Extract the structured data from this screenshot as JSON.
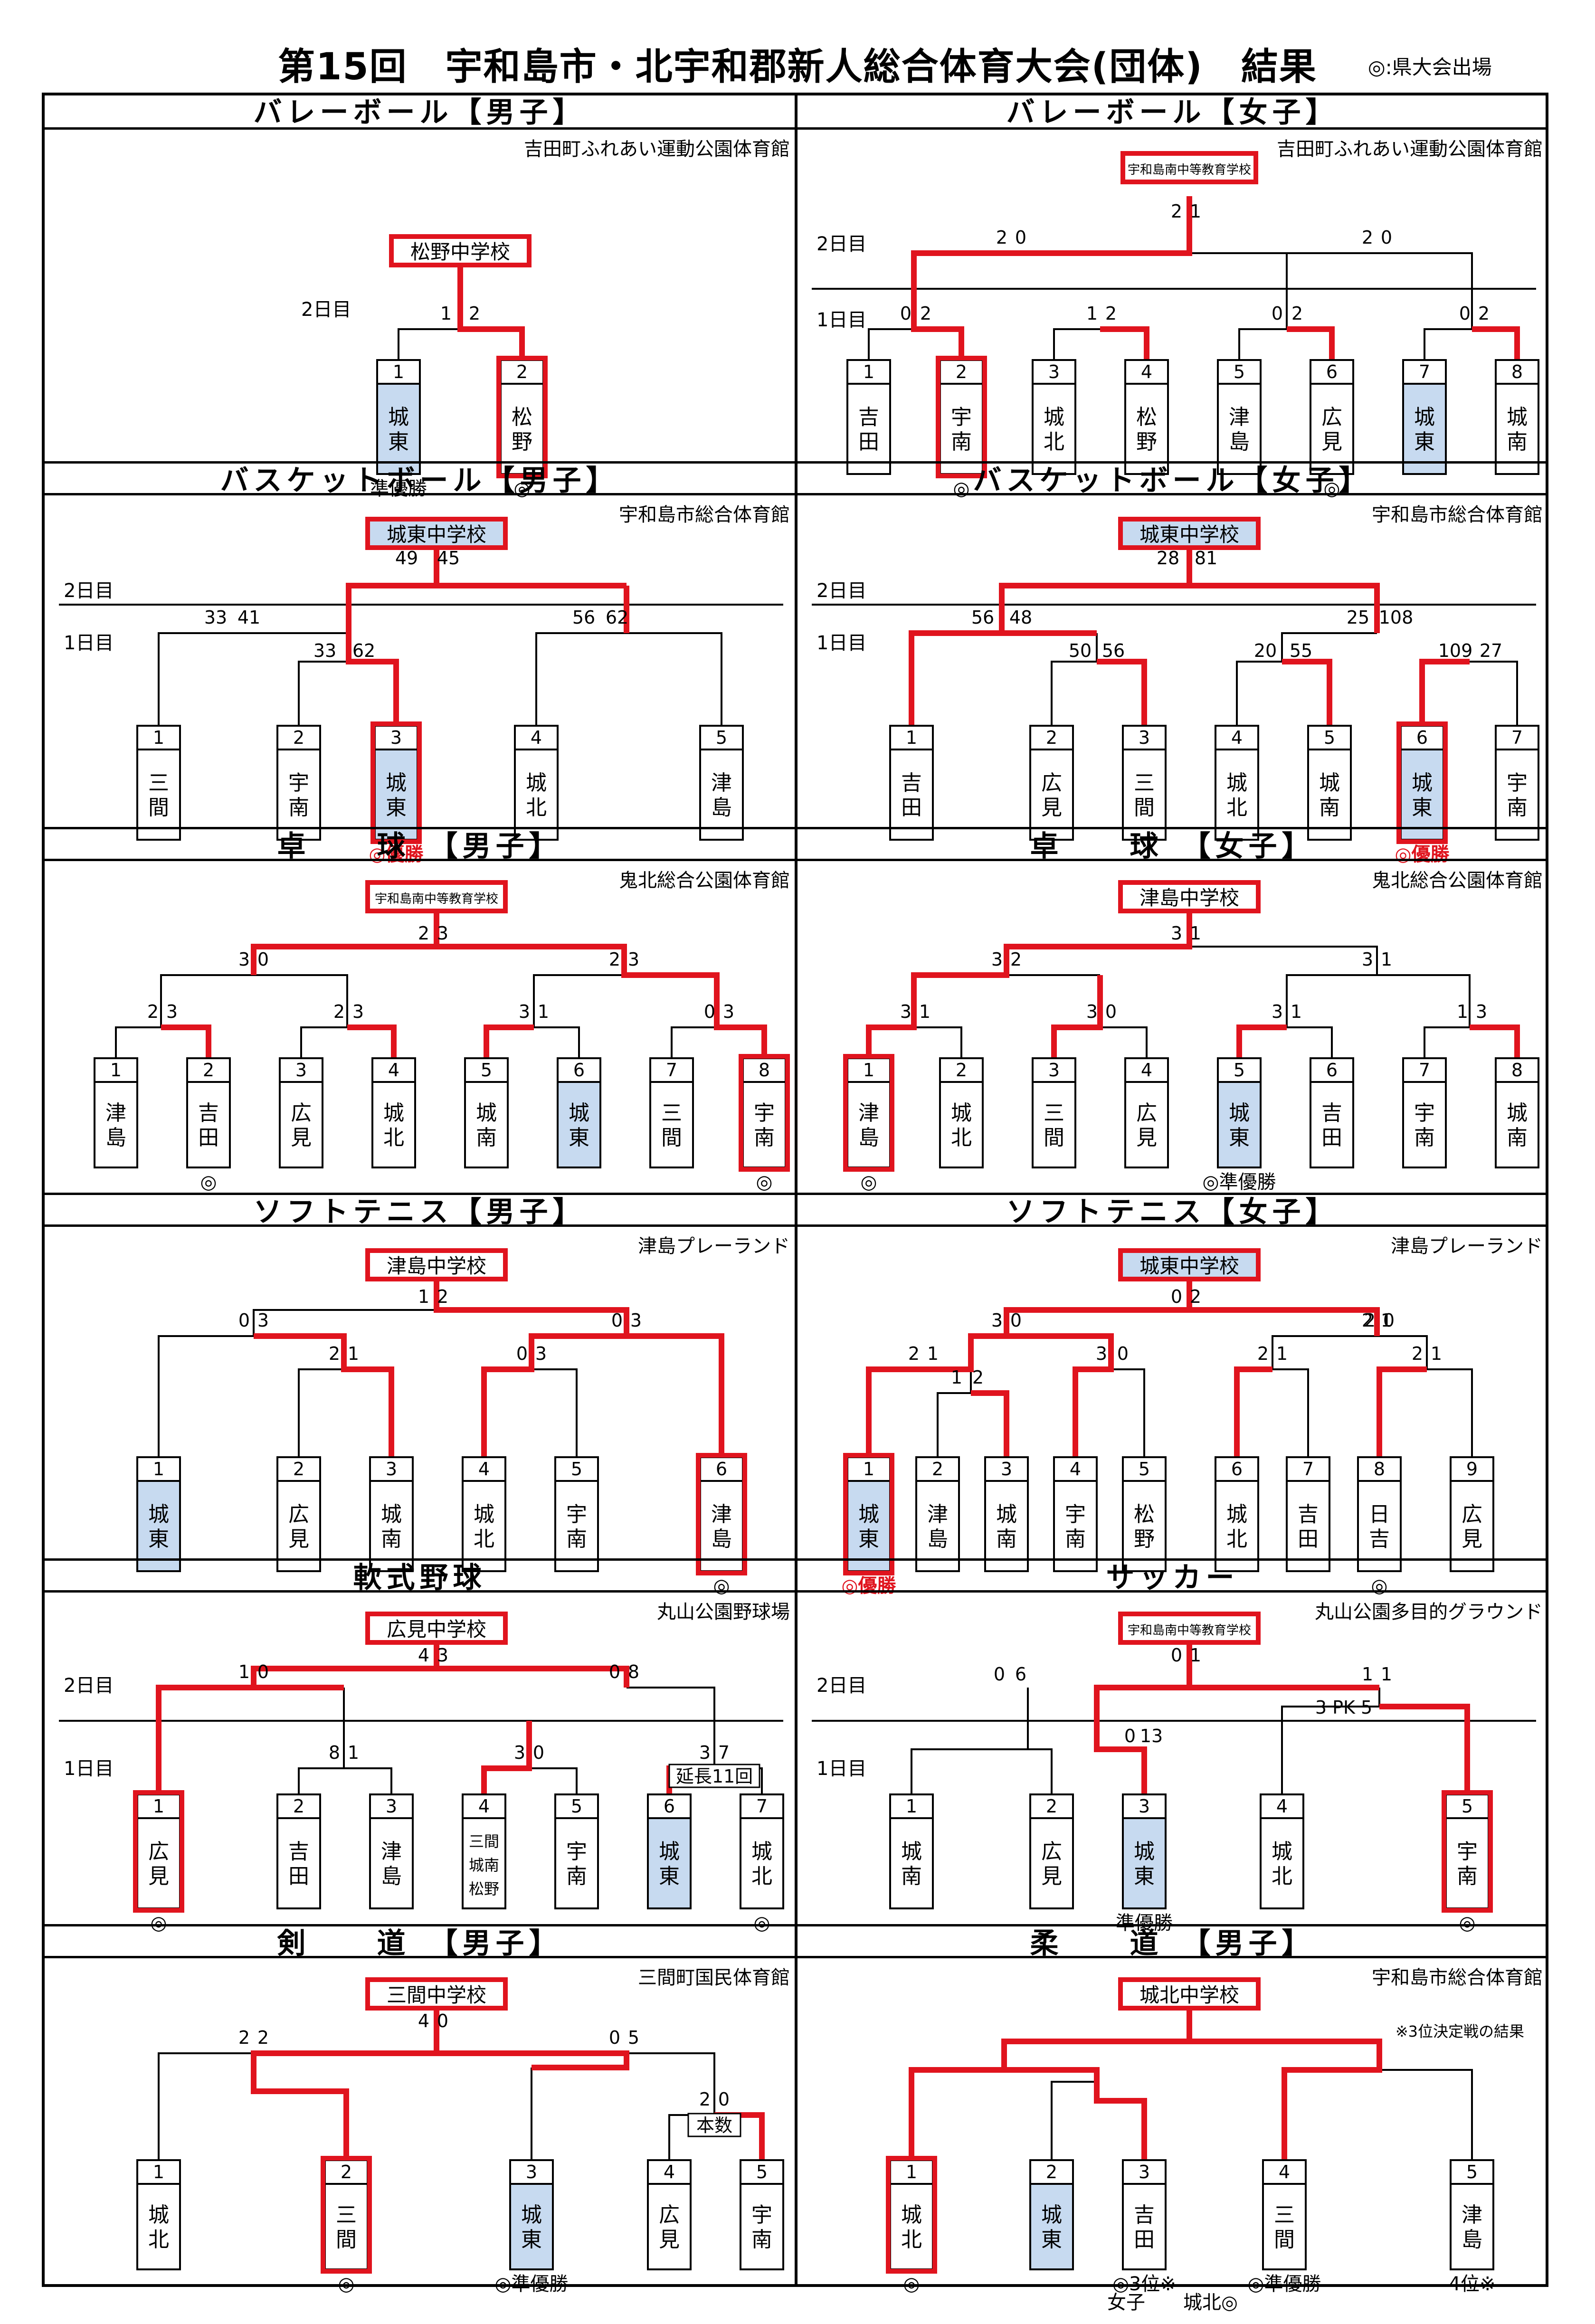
{
  "title": "第15回　宇和島市・北宇和郡新人総合体育大会(団体)　結果",
  "legend": "◎:県大会出場",
  "panels": [
    {
      "id": "vb-boys",
      "header": "バレーボール【男子】",
      "venue": "吉田町ふれあい運動公園体育館",
      "winner": {
        "name": "松野中学校",
        "blue": false,
        "small": false
      },
      "days": [
        {
          "label": "2日目"
        }
      ],
      "teams": [
        {
          "num": "1",
          "name": "城東",
          "blue": true,
          "red": false,
          "note": "準優勝",
          "noteRed": false
        },
        {
          "num": "2",
          "name": "松野",
          "blue": false,
          "red": true,
          "note": "◎",
          "noteRed": false
        }
      ],
      "scores": [
        "1",
        "2"
      ]
    },
    {
      "id": "vb-girls",
      "header": "バレーボール【女子】",
      "venue": "吉田町ふれあい運動公園体育館",
      "winner": {
        "name": "宇和島南中等教育学校",
        "blue": false,
        "small": true
      },
      "days": [
        {
          "label": "2日目"
        },
        {
          "label": "1日目"
        }
      ],
      "teams": [
        {
          "num": "1",
          "name": "吉田",
          "blue": false,
          "red": false,
          "note": "",
          "noteRed": false
        },
        {
          "num": "2",
          "name": "宇南",
          "blue": false,
          "red": true,
          "note": "◎",
          "noteRed": false
        },
        {
          "num": "3",
          "name": "城北",
          "blue": false,
          "red": false,
          "note": "",
          "noteRed": false
        },
        {
          "num": "4",
          "name": "松野",
          "blue": false,
          "red": false,
          "note": "",
          "noteRed": false
        },
        {
          "num": "5",
          "name": "津島",
          "blue": false,
          "red": false,
          "note": "",
          "noteRed": false
        },
        {
          "num": "6",
          "name": "広見",
          "blue": false,
          "red": false,
          "note": "◎",
          "noteRed": false
        },
        {
          "num": "7",
          "name": "城東",
          "blue": true,
          "red": false,
          "note": "",
          "noteRed": false
        },
        {
          "num": "8",
          "name": "城南",
          "blue": false,
          "red": false,
          "note": "",
          "noteRed": false
        }
      ],
      "scores": [
        "0",
        "2",
        "1",
        "2",
        "0",
        "2",
        "0",
        "2",
        "2",
        "0",
        "2",
        "0",
        "2",
        "1"
      ]
    },
    {
      "id": "bb-boys",
      "header": "バスケットボール【男子】",
      "venue": "宇和島市総合体育館",
      "winner": {
        "name": "城東中学校",
        "blue": true,
        "small": false
      },
      "days": [
        {
          "label": "2日目"
        },
        {
          "label": "1日目"
        }
      ],
      "teams": [
        {
          "num": "1",
          "name": "三間",
          "blue": false,
          "red": false,
          "note": "",
          "noteRed": false
        },
        {
          "num": "2",
          "name": "宇南",
          "blue": false,
          "red": false,
          "note": "",
          "noteRed": false
        },
        {
          "num": "3",
          "name": "城東",
          "blue": true,
          "red": true,
          "note": "◎優勝",
          "noteRed": true
        },
        {
          "num": "4",
          "name": "城北",
          "blue": false,
          "red": false,
          "note": "",
          "noteRed": false
        },
        {
          "num": "5",
          "name": "津島",
          "blue": false,
          "red": false,
          "note": "",
          "noteRed": false
        }
      ],
      "scores": [
        "33",
        "62",
        "33",
        "41",
        "56",
        "62",
        "49",
        "45"
      ]
    },
    {
      "id": "bb-girls",
      "header": "バスケットボール【女子】",
      "venue": "宇和島市総合体育館",
      "winner": {
        "name": "城東中学校",
        "blue": true,
        "small": false
      },
      "days": [
        {
          "label": "2日目"
        },
        {
          "label": "1日目"
        }
      ],
      "teams": [
        {
          "num": "1",
          "name": "吉田",
          "blue": false,
          "red": false,
          "note": "",
          "noteRed": false
        },
        {
          "num": "2",
          "name": "広見",
          "blue": false,
          "red": false,
          "note": "",
          "noteRed": false
        },
        {
          "num": "3",
          "name": "三間",
          "blue": false,
          "red": false,
          "note": "",
          "noteRed": false
        },
        {
          "num": "4",
          "name": "城北",
          "blue": false,
          "red": false,
          "note": "",
          "noteRed": false
        },
        {
          "num": "5",
          "name": "城南",
          "blue": false,
          "red": false,
          "note": "",
          "noteRed": false
        },
        {
          "num": "6",
          "name": "城東",
          "blue": true,
          "red": true,
          "note": "◎優勝",
          "noteRed": true
        },
        {
          "num": "7",
          "name": "宇南",
          "blue": false,
          "red": false,
          "note": "",
          "noteRed": false
        }
      ],
      "scores": [
        "50",
        "56",
        "20",
        "55",
        "109",
        "27",
        "56",
        "48",
        "25",
        "108",
        "28",
        "81"
      ]
    },
    {
      "id": "tt-boys",
      "header": "卓　　球　【男子】",
      "venue": "鬼北総合公園体育館",
      "winner": {
        "name": "宇和島南中等教育学校",
        "blue": false,
        "small": true
      },
      "days": [],
      "teams": [
        {
          "num": "1",
          "name": "津島",
          "blue": false,
          "red": false,
          "note": "",
          "noteRed": false
        },
        {
          "num": "2",
          "name": "吉田",
          "blue": false,
          "red": false,
          "note": "◎",
          "noteRed": false
        },
        {
          "num": "3",
          "name": "広見",
          "blue": false,
          "red": false,
          "note": "",
          "noteRed": false
        },
        {
          "num": "4",
          "name": "城北",
          "blue": false,
          "red": false,
          "note": "",
          "noteRed": false
        },
        {
          "num": "5",
          "name": "城南",
          "blue": false,
          "red": false,
          "note": "",
          "noteRed": false
        },
        {
          "num": "6",
          "name": "城東",
          "blue": true,
          "red": false,
          "note": "",
          "noteRed": false
        },
        {
          "num": "7",
          "name": "三間",
          "blue": false,
          "red": false,
          "note": "",
          "noteRed": false
        },
        {
          "num": "8",
          "name": "宇南",
          "blue": false,
          "red": true,
          "note": "◎",
          "noteRed": false
        }
      ],
      "scores": [
        "2",
        "3",
        "2",
        "3",
        "3",
        "1",
        "0",
        "3",
        "3",
        "0",
        "2",
        "3",
        "2",
        "3"
      ]
    },
    {
      "id": "tt-girls",
      "header": "卓　　球　【女子】",
      "venue": "鬼北総合公園体育館",
      "winner": {
        "name": "津島中学校",
        "blue": false,
        "small": false
      },
      "days": [],
      "teams": [
        {
          "num": "1",
          "name": "津島",
          "blue": false,
          "red": true,
          "note": "◎",
          "noteRed": false
        },
        {
          "num": "2",
          "name": "城北",
          "blue": false,
          "red": false,
          "note": "",
          "noteRed": false
        },
        {
          "num": "3",
          "name": "三間",
          "blue": false,
          "red": false,
          "note": "",
          "noteRed": false
        },
        {
          "num": "4",
          "name": "広見",
          "blue": false,
          "red": false,
          "note": "",
          "noteRed": false
        },
        {
          "num": "5",
          "name": "城東",
          "blue": true,
          "red": false,
          "note": "◎準優勝",
          "noteRed": false
        },
        {
          "num": "6",
          "name": "吉田",
          "blue": false,
          "red": false,
          "note": "",
          "noteRed": false
        },
        {
          "num": "7",
          "name": "宇南",
          "blue": false,
          "red": false,
          "note": "",
          "noteRed": false
        },
        {
          "num": "8",
          "name": "城南",
          "blue": false,
          "red": false,
          "note": "",
          "noteRed": false
        }
      ],
      "scores": [
        "3",
        "1",
        "3",
        "0",
        "3",
        "1",
        "1",
        "3",
        "3",
        "2",
        "3",
        "1",
        "3",
        "1"
      ]
    },
    {
      "id": "st-boys",
      "header": "ソフトテニス【男子】",
      "venue": "津島プレーランド",
      "winner": {
        "name": "津島中学校",
        "blue": false,
        "small": false
      },
      "days": [],
      "teams": [
        {
          "num": "1",
          "name": "城東",
          "blue": true,
          "red": false,
          "note": "",
          "noteRed": false
        },
        {
          "num": "2",
          "name": "広見",
          "blue": false,
          "red": false,
          "note": "",
          "noteRed": false
        },
        {
          "num": "3",
          "name": "城南",
          "blue": false,
          "red": false,
          "note": "",
          "noteRed": false
        },
        {
          "num": "4",
          "name": "城北",
          "blue": false,
          "red": false,
          "note": "",
          "noteRed": false
        },
        {
          "num": "5",
          "name": "宇南",
          "blue": false,
          "red": false,
          "note": "",
          "noteRed": false
        },
        {
          "num": "6",
          "name": "津島",
          "blue": false,
          "red": true,
          "note": "◎",
          "noteRed": false
        }
      ],
      "scores": [
        "0",
        "3",
        "2",
        "1",
        "0",
        "3",
        "0",
        "3",
        "1",
        "2"
      ]
    },
    {
      "id": "st-girls",
      "header": "ソフトテニス【女子】",
      "venue": "津島プレーランド",
      "winner": {
        "name": "城東中学校",
        "blue": true,
        "small": false
      },
      "days": [],
      "teams": [
        {
          "num": "1",
          "name": "城東",
          "blue": true,
          "red": true,
          "note": "◎優勝",
          "noteRed": true
        },
        {
          "num": "2",
          "name": "津島",
          "blue": false,
          "red": false,
          "note": "",
          "noteRed": false
        },
        {
          "num": "3",
          "name": "城南",
          "blue": false,
          "red": false,
          "note": "",
          "noteRed": false
        },
        {
          "num": "4",
          "name": "宇南",
          "blue": false,
          "red": false,
          "note": "",
          "noteRed": false
        },
        {
          "num": "5",
          "name": "松野",
          "blue": false,
          "red": false,
          "note": "",
          "noteRed": false
        },
        {
          "num": "6",
          "name": "城北",
          "blue": false,
          "red": false,
          "note": "",
          "noteRed": false
        },
        {
          "num": "7",
          "name": "吉田",
          "blue": false,
          "red": false,
          "note": "",
          "noteRed": false
        },
        {
          "num": "8",
          "name": "日吉",
          "blue": false,
          "red": false,
          "note": "◎",
          "noteRed": false
        },
        {
          "num": "9",
          "name": "広見",
          "blue": false,
          "red": false,
          "note": "",
          "noteRed": false
        }
      ],
      "scores": [
        "1",
        "2",
        "2",
        "1",
        "3",
        "0",
        "2",
        "1",
        "2",
        "1",
        "3",
        "0",
        "2",
        "1",
        "0",
        "2",
        "2",
        "0"
      ]
    },
    {
      "id": "baseball",
      "header": "軟式野球",
      "venue": "丸山公園野球場",
      "winner": {
        "name": "広見中学校",
        "blue": false,
        "small": false
      },
      "days": [
        {
          "label": "2日目"
        },
        {
          "label": "1日目"
        }
      ],
      "extra": "延長11回",
      "teams": [
        {
          "num": "1",
          "name": "広見",
          "blue": false,
          "red": true,
          "note": "◎",
          "noteRed": false
        },
        {
          "num": "2",
          "name": "吉田",
          "blue": false,
          "red": false,
          "note": "",
          "noteRed": false
        },
        {
          "num": "3",
          "name": "津島",
          "blue": false,
          "red": false,
          "note": "",
          "noteRed": false
        },
        {
          "num": "4",
          "name": "三間\n城南\n松野",
          "blue": false,
          "red": false,
          "note": "",
          "noteRed": false
        },
        {
          "num": "5",
          "name": "宇南",
          "blue": false,
          "red": false,
          "note": "",
          "noteRed": false
        },
        {
          "num": "6",
          "name": "城東",
          "blue": true,
          "red": false,
          "note": "",
          "noteRed": false
        },
        {
          "num": "7",
          "name": "城北",
          "blue": false,
          "red": false,
          "note": "◎",
          "noteRed": false
        }
      ],
      "scores": [
        "8",
        "1",
        "3",
        "0",
        "3",
        "7",
        "1",
        "0",
        "0",
        "8",
        "4",
        "3"
      ]
    },
    {
      "id": "soccer",
      "header": "サッカー",
      "venue": "丸山公園多目的グラウンド",
      "winner": {
        "name": "宇和島南中等教育学校",
        "blue": false,
        "small": true
      },
      "days": [
        {
          "label": "2日目"
        },
        {
          "label": "1日目"
        }
      ],
      "extra": "3 PK 5",
      "teams": [
        {
          "num": "1",
          "name": "城南",
          "blue": false,
          "red": false,
          "note": "",
          "noteRed": false
        },
        {
          "num": "2",
          "name": "広見",
          "blue": false,
          "red": false,
          "note": "",
          "noteRed": false
        },
        {
          "num": "3",
          "name": "城東",
          "blue": true,
          "red": false,
          "note": "準優勝",
          "noteRed": false
        },
        {
          "num": "4",
          "name": "城北",
          "blue": false,
          "red": false,
          "note": "",
          "noteRed": false
        },
        {
          "num": "5",
          "name": "宇南",
          "blue": false,
          "red": true,
          "note": "◎",
          "noteRed": false
        }
      ],
      "scores": [
        "0",
        "13",
        "0",
        "6",
        "1",
        "1",
        "0",
        "1"
      ]
    },
    {
      "id": "kendo",
      "header": "剣　　道　【男子】",
      "venue": "三間町国民体育館",
      "winner": {
        "name": "三間中学校",
        "blue": false,
        "small": false
      },
      "days": [],
      "extra": "本数",
      "teams": [
        {
          "num": "1",
          "name": "城北",
          "blue": false,
          "red": false,
          "note": "",
          "noteRed": false
        },
        {
          "num": "2",
          "name": "三間",
          "blue": false,
          "red": true,
          "note": "◎",
          "noteRed": false
        },
        {
          "num": "3",
          "name": "城東",
          "blue": true,
          "red": false,
          "note": "◎準優勝",
          "noteRed": false
        },
        {
          "num": "4",
          "name": "広見",
          "blue": false,
          "red": false,
          "note": "",
          "noteRed": false
        },
        {
          "num": "5",
          "name": "宇南",
          "blue": false,
          "red": false,
          "note": "",
          "noteRed": false
        }
      ],
      "scores": [
        "2",
        "2",
        "0",
        "5",
        "2",
        "0",
        "4",
        "0"
      ]
    },
    {
      "id": "judo",
      "header": "柔　　道　【男子】",
      "venue": "宇和島市総合体育館",
      "winner": {
        "name": "城北中学校",
        "blue": false,
        "small": false
      },
      "days": [],
      "extra": "※3位決定戦の結果",
      "footer": "女子　　城北◎",
      "teams": [
        {
          "num": "1",
          "name": "城北",
          "blue": false,
          "red": true,
          "note": "◎",
          "noteRed": false
        },
        {
          "num": "2",
          "name": "城東",
          "blue": true,
          "red": false,
          "note": "",
          "noteRed": false
        },
        {
          "num": "3",
          "name": "吉田",
          "blue": false,
          "red": false,
          "note": "◎3位※",
          "noteRed": false
        },
        {
          "num": "4",
          "name": "三間",
          "blue": false,
          "red": false,
          "note": "◎準優勝",
          "noteRed": false
        },
        {
          "num": "5",
          "name": "津島",
          "blue": false,
          "red": false,
          "note": "4位※",
          "noteRed": false
        }
      ],
      "scores": []
    }
  ]
}
